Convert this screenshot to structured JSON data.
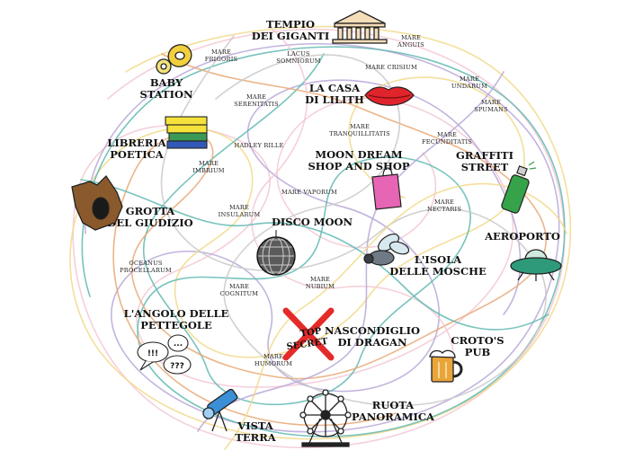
{
  "colors": {
    "path_colors": [
      "#f3c8d3",
      "#b9a7d8",
      "#f2d98a",
      "#5fb8b2",
      "#e8a874",
      "#c9c9c9"
    ],
    "pink_bag": "#e666b5",
    "lips": "#e0242b",
    "green_can": "#36a24a",
    "ufo": "#2f9a7a",
    "stamp_cross": "#e42a2a",
    "telescope": "#3b8fd6",
    "beer": "#e9a53a"
  },
  "places": [
    {
      "id": "tempio",
      "lines": [
        "TEMPIO",
        "DEI GIGANTI"
      ],
      "icon": "temple-icon"
    },
    {
      "id": "baby",
      "lines": [
        "BABY",
        "STATION"
      ],
      "icon": "pacifier-icon"
    },
    {
      "id": "lilith",
      "lines": [
        "LA CASA",
        "DI LILITH"
      ],
      "icon": "lips-icon"
    },
    {
      "id": "libreria",
      "lines": [
        "LIBRERIA",
        "POETICA"
      ],
      "icon": "books-icon"
    },
    {
      "id": "moondream",
      "lines": [
        "MOON DREAM",
        "SHOP AND SHOP"
      ],
      "icon": "shopping-bag-icon"
    },
    {
      "id": "graffiti",
      "lines": [
        "GRAFFITI",
        "STREET"
      ],
      "icon": "spray-can-icon"
    },
    {
      "id": "grotta",
      "lines": [
        "GROTTA",
        "DEL GIUDIZIO"
      ],
      "icon": "cave-icon"
    },
    {
      "id": "disco",
      "lines": [
        "DISCO MOON"
      ],
      "icon": "disco-ball-icon"
    },
    {
      "id": "aeroporto",
      "lines": [
        "AEROPORTO"
      ],
      "icon": "ufo-icon"
    },
    {
      "id": "isola",
      "lines": [
        "L'ISOLA",
        "DELLE MOSCHE"
      ],
      "icon": "fly-icon"
    },
    {
      "id": "angolo",
      "lines": [
        "L'ANGOLO DELLE",
        "PETTEGOLE"
      ],
      "icon": "speech-bubbles-icon"
    },
    {
      "id": "nascondiglio",
      "lines": [
        "NASCONDIGLIO",
        "DI DRAGAN"
      ],
      "icon": "top-secret-icon"
    },
    {
      "id": "croto",
      "lines": [
        "CROTO'S",
        "PUB"
      ],
      "icon": "beer-mug-icon"
    },
    {
      "id": "ruota",
      "lines": [
        "RUOTA",
        "PANORAMICA"
      ],
      "icon": "ferris-wheel-icon"
    },
    {
      "id": "vista",
      "lines": [
        "VISTA",
        "TERRA"
      ],
      "icon": "telescope-icon"
    }
  ],
  "maria": [
    {
      "id": "anguis",
      "lines": [
        "MARE",
        "ANGUIS"
      ]
    },
    {
      "id": "frigoris",
      "lines": [
        "MARE",
        "FRIGORIS"
      ]
    },
    {
      "id": "somniorum",
      "lines": [
        "LACUS",
        "SOMNIORUM"
      ]
    },
    {
      "id": "crisium",
      "lines": [
        "MARE CRISIUM"
      ]
    },
    {
      "id": "undarum",
      "lines": [
        "MARE",
        "UNDARUM"
      ]
    },
    {
      "id": "spumans",
      "lines": [
        "MARE",
        "SPUMANS"
      ]
    },
    {
      "id": "serenitatis",
      "lines": [
        "MARE",
        "SERENITATIS"
      ]
    },
    {
      "id": "tranquillitatis",
      "lines": [
        "MARE",
        "TRANQUILLITATIS"
      ]
    },
    {
      "id": "fecunditatis",
      "lines": [
        "MARE",
        "FECUNDITATIS"
      ]
    },
    {
      "id": "hadley",
      "lines": [
        "HADLEY RILLE"
      ]
    },
    {
      "id": "imbrium",
      "lines": [
        "MARE",
        "IMBRIUM"
      ]
    },
    {
      "id": "vaporum",
      "lines": [
        "MARE VAPORUM"
      ]
    },
    {
      "id": "nectaris",
      "lines": [
        "MARE",
        "NECTARIS"
      ]
    },
    {
      "id": "insularum",
      "lines": [
        "MARE",
        "INSULARUM"
      ]
    },
    {
      "id": "procellarum",
      "lines": [
        "OCEANUS",
        "PROCELLARUM"
      ]
    },
    {
      "id": "nubium",
      "lines": [
        "MARE",
        "NUBIUM"
      ]
    },
    {
      "id": "cognitum",
      "lines": [
        "MARE",
        "COGNITUM"
      ]
    },
    {
      "id": "humorum",
      "lines": [
        "MARE",
        "HUMORUM"
      ]
    }
  ],
  "stamp": {
    "line1": "TOP",
    "line2": "SECRET"
  },
  "gossip": {
    "b1": "!!!",
    "b2": "...",
    "b3": "???"
  }
}
